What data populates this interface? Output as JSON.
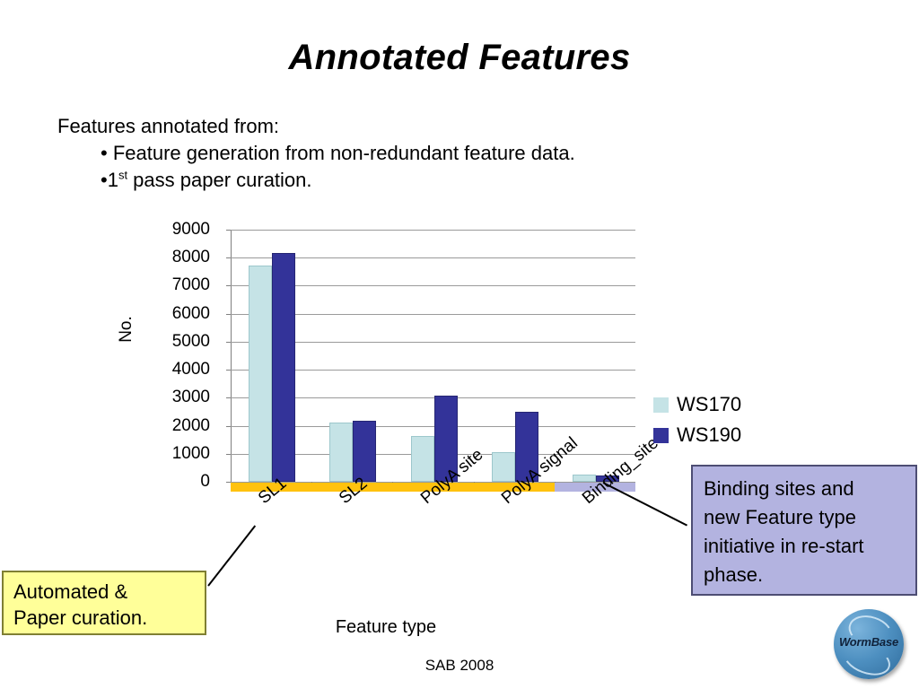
{
  "slide": {
    "title": "Annotated Features",
    "footer": "SAB 2008"
  },
  "bullets": {
    "intro": "Features annotated from:",
    "item1": "• Feature generation from non-redundant feature data.",
    "item2_prefix": "•1",
    "item2_sup": "st",
    "item2_rest": " pass paper curation."
  },
  "callouts": {
    "yellow": {
      "line1": "Automated &",
      "line2": "Paper curation.",
      "fill": "#ffff99",
      "border": "#7f7f33"
    },
    "purple": {
      "line1": "Binding sites and",
      "line2": "new Feature type",
      "line3": "initiative in re-start",
      "line4": "phase.",
      "fill": "#b3b3e0",
      "border": "#4d4d73"
    }
  },
  "bands": {
    "yellow_color": "#ffc20e",
    "lavender_color": "#b3b3e0"
  },
  "logo": {
    "name": "WormBase"
  },
  "chart_data": {
    "type": "bar",
    "title": "",
    "xlabel": "Feature type",
    "ylabel": "No.",
    "ylim": [
      0,
      9000
    ],
    "ytick_step": 1000,
    "yticks": [
      9000,
      8000,
      7000,
      6000,
      5000,
      4000,
      3000,
      2000,
      1000,
      0
    ],
    "grid": true,
    "legend_position": "right",
    "categories": [
      "SL1",
      "SL2",
      "PolyA site",
      "PolyA signal",
      "Binding_site"
    ],
    "series": [
      {
        "name": "WS170",
        "color": "#c5e3e6",
        "values": [
          7650,
          2050,
          1570,
          1000,
          180
        ]
      },
      {
        "name": "WS190",
        "color": "#333399",
        "values": [
          8100,
          2110,
          3010,
          2440,
          150
        ]
      }
    ]
  }
}
